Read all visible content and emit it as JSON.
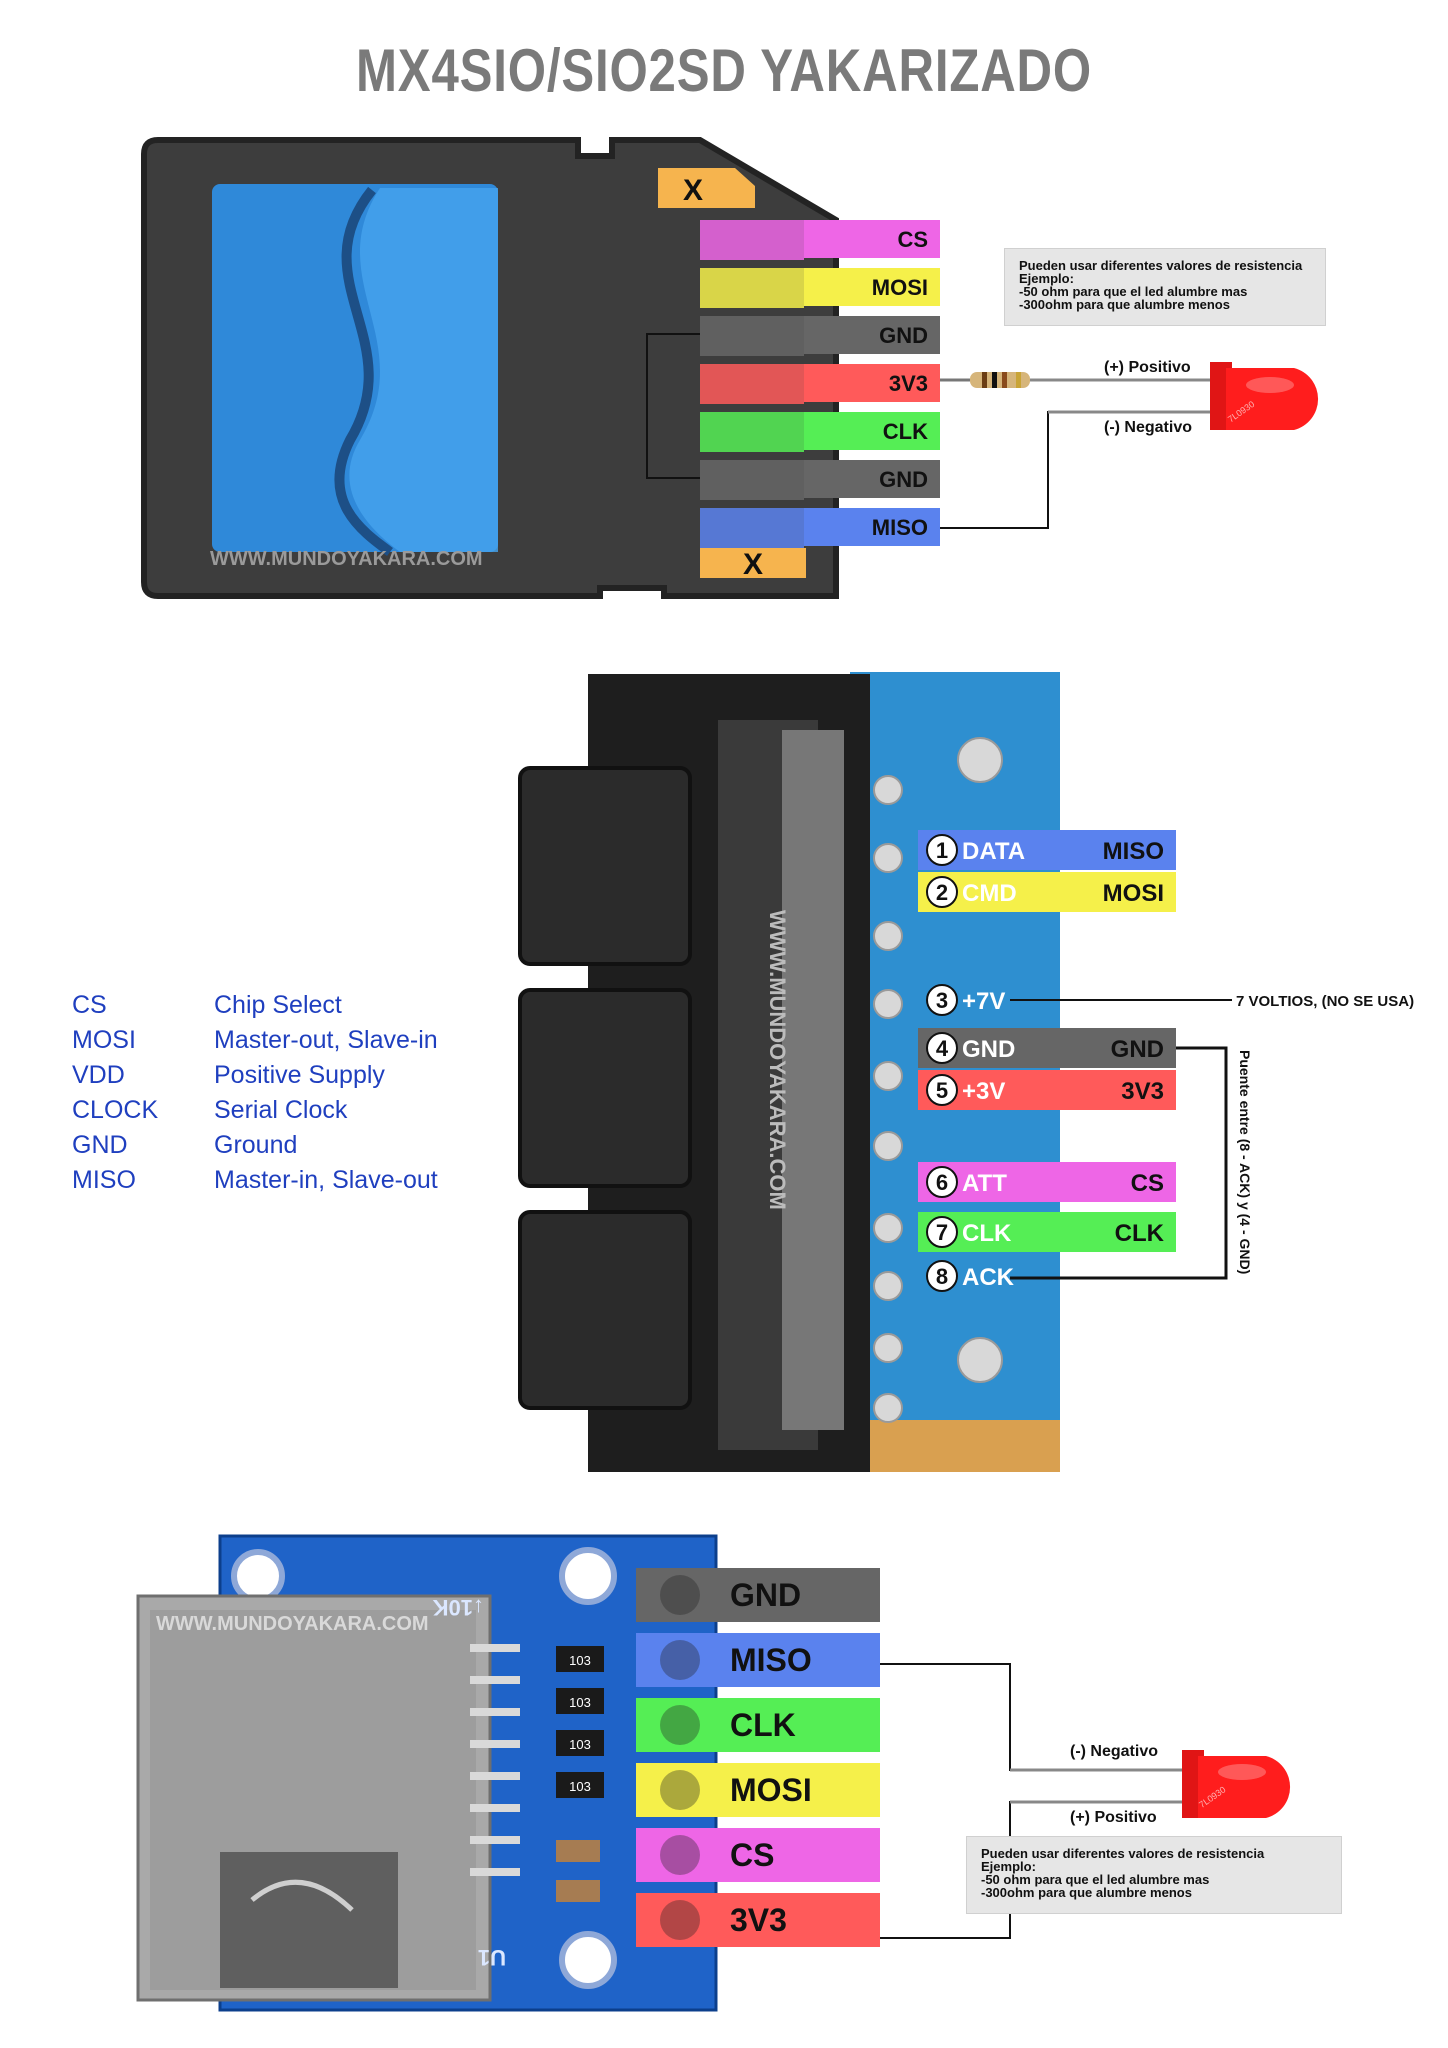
{
  "title": "MX4SIO/SIO2SD  YAKARIZADO",
  "watermark": "WWW.MUNDOYAKARA.COM",
  "sd_card": {
    "not_connected_mark": "X",
    "pins": [
      {
        "label": "CS",
        "color": "#ee66e6"
      },
      {
        "label": "MOSI",
        "color": "#f5f04a"
      },
      {
        "label": "GND",
        "color": "#666666"
      },
      {
        "label": "3V3",
        "color": "#ff5a5a"
      },
      {
        "label": "CLK",
        "color": "#55ee55"
      },
      {
        "label": "GND",
        "color": "#666666"
      },
      {
        "label": "MISO",
        "color": "#5a82ee"
      }
    ],
    "led_positive": "(+) Positivo",
    "led_negative": "(-) Negativo",
    "led_marking": "7L0930",
    "note": {
      "line1": "Pueden usar diferentes valores de resistencia",
      "line2": "Ejemplo:",
      "line3": "-50 ohm para que el led alumbre mas",
      "line4": "-300ohm para que alumbre menos"
    }
  },
  "legend": [
    {
      "abbr": "CS",
      "meaning": "Chip Select"
    },
    {
      "abbr": "MOSI",
      "meaning": "Master-out, Slave-in"
    },
    {
      "abbr": "VDD",
      "meaning": "Positive Supply"
    },
    {
      "abbr": "CLOCK",
      "meaning": "Serial Clock"
    },
    {
      "abbr": "GND",
      "meaning": "Ground"
    },
    {
      "abbr": "MISO",
      "meaning": "Master-in, Slave-out"
    }
  ],
  "ps2_port": {
    "pins": [
      {
        "num": "1",
        "name": "DATA",
        "signal": "MISO",
        "color": "#5a82ee"
      },
      {
        "num": "2",
        "name": "CMD",
        "signal": "MOSI",
        "color": "#f5f04a"
      },
      {
        "num": "3",
        "name": "+7V",
        "signal": "",
        "color": ""
      },
      {
        "num": "4",
        "name": "GND",
        "signal": "GND",
        "color": "#666666"
      },
      {
        "num": "5",
        "name": "+3V",
        "signal": "3V3",
        "color": "#ff5a5a"
      },
      {
        "num": "6",
        "name": "ATT",
        "signal": "CS",
        "color": "#ee66e6"
      },
      {
        "num": "7",
        "name": "CLK",
        "signal": "CLK",
        "color": "#55ee55"
      },
      {
        "num": "8",
        "name": "ACK",
        "signal": "",
        "color": ""
      }
    ],
    "note_7v": "7 VOLTIOS, (NO SE USA)",
    "bridge_note": "Puente entre (8 - ACK) y (4 - GND)"
  },
  "sd_module": {
    "silkscreen_10k": "↓10K",
    "silkscreen_u1": "U1",
    "resistor_code": "103",
    "pins": [
      {
        "label": "GND",
        "color": "#666666"
      },
      {
        "label": "MISO",
        "color": "#5a82ee"
      },
      {
        "label": "CLK",
        "color": "#55ee55"
      },
      {
        "label": "MOSI",
        "color": "#f5f04a"
      },
      {
        "label": "CS",
        "color": "#ee66e6"
      },
      {
        "label": "3V3",
        "color": "#ff5a5a"
      }
    ],
    "led_negative": "(-) Negativo",
    "led_positive": "(+) Positivo",
    "led_marking": "7L0930"
  }
}
